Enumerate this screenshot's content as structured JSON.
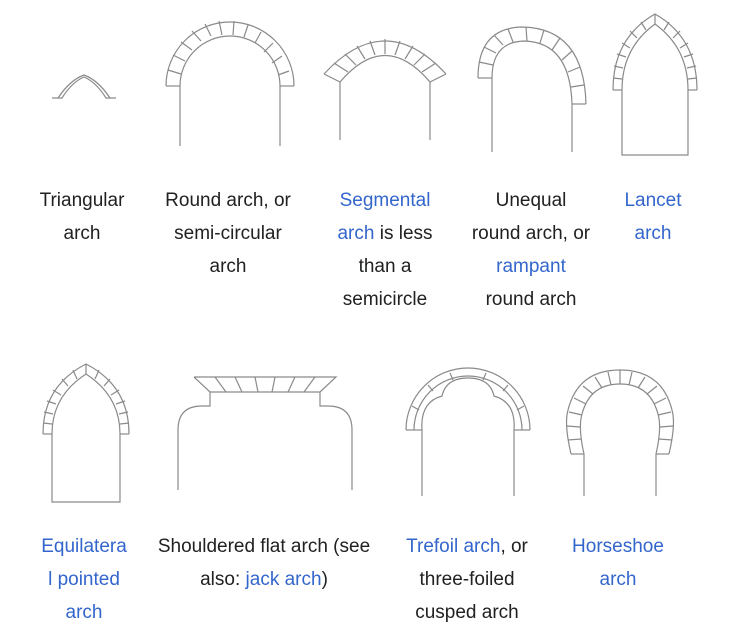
{
  "captions": {
    "triangular": {
      "l1": "Triangular",
      "l2": "arch"
    },
    "round": {
      "l1": "Round arch, or",
      "l2": "semi-circular",
      "l3": "arch"
    },
    "segmental": {
      "link": "Segmental",
      "link2": "arch",
      "rest2": " is less",
      "l3": "than a",
      "l4": "semicircle"
    },
    "unequal": {
      "l1": "Unequal",
      "l2": "round arch, or",
      "link": "rampant",
      "l4": "round arch"
    },
    "lancet": {
      "link1": "Lancet",
      "link2": "arch"
    },
    "equilateral": {
      "link1": "Equilatera",
      "link2": "l pointed",
      "link3": "arch"
    },
    "shouldered": {
      "l1": "Shouldered flat arch (see",
      "pre2": "also: ",
      "link": "jack arch",
      "post2": ")"
    },
    "trefoil": {
      "link": "Trefoil arch",
      "rest1": ", or",
      "l2": "three-foiled",
      "l3": "cusped arch"
    },
    "horseshoe": {
      "link1": "Horseshoe",
      "link2": "arch"
    }
  },
  "colors": {
    "text": "#202122",
    "link": "#3366cc",
    "stroke": "#8a8a8a"
  }
}
